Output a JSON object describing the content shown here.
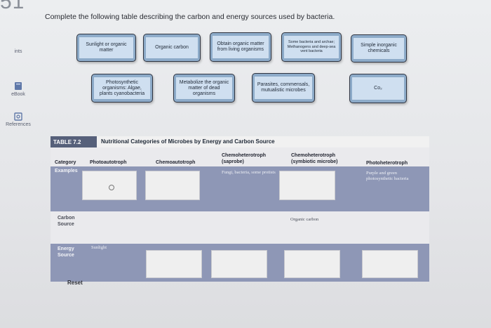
{
  "question_number": "51",
  "instruction": "Complete the following table describing the carbon and energy sources used by bacteria.",
  "sidebar": {
    "items": [
      {
        "label": "ints"
      },
      {
        "label": "eBook"
      },
      {
        "label": "References"
      }
    ]
  },
  "cards_row1": [
    {
      "label": "Sunlight or organic matter"
    },
    {
      "label": "Organic carbon"
    },
    {
      "label": "Obtain organic matter from living organisms"
    },
    {
      "label": "Some bacteria and archae; Methanogens and deep-sea vent bacteria"
    },
    {
      "label": "Simple inorganic chemicals"
    }
  ],
  "cards_row2": [
    {
      "label": "Photosynthetic organisms: Algae, plants cyanobacteria"
    },
    {
      "label": "Metabolize the organic matter of dead organisms"
    },
    {
      "label": "Parasites, commensals, mutualistic microbes"
    },
    {
      "label": "Co₂"
    }
  ],
  "table": {
    "badge": "TABLE 7.2",
    "title": "Nutritional Categories of Microbes by Energy and Carbon Source",
    "columns": [
      {
        "label": "Category"
      },
      {
        "label": "Photoautotroph"
      },
      {
        "label": "Chemoautotroph"
      },
      {
        "label": "Chemoheterotroph (saprobe)"
      },
      {
        "label": "Chemoheterotroph (symbiotic microbe)"
      },
      {
        "label": "Photoheterotroph"
      }
    ],
    "rows": {
      "examples": "Examples",
      "carbon_source": "Carbon Source",
      "energy_source": "Energy Source"
    },
    "prefilled": {
      "saprobe_examples": "Fungi, bacteria, some protists",
      "photohet_examples": "Purple and green photosynthetic bacteria",
      "symbiotic_carbon": "Organic carbon",
      "photoauto_energy": "Sunlight"
    }
  },
  "reset_label": "Reset"
}
